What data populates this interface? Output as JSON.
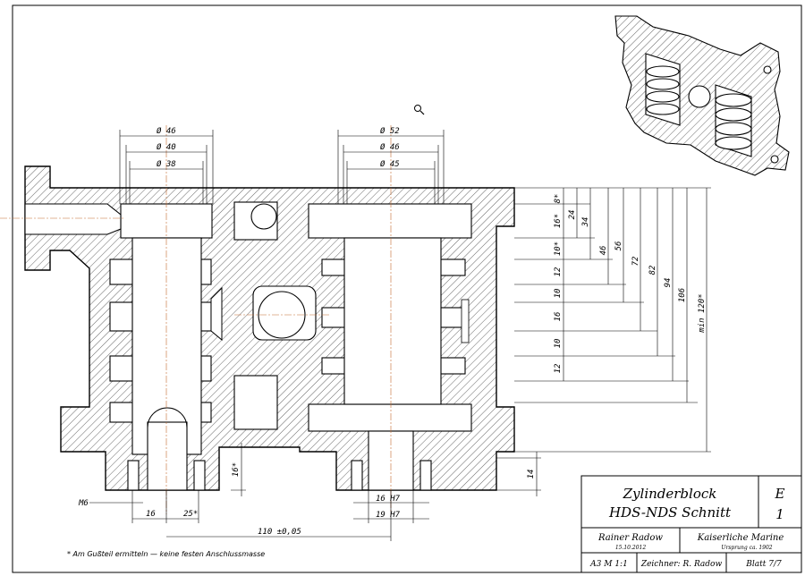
{
  "dims_top_left": [
    "Ø 46",
    "Ø 40",
    "Ø 38"
  ],
  "dims_top_right": [
    "Ø 52",
    "Ø 46",
    "Ø 45"
  ],
  "dims_right_small": [
    "8*",
    "16*",
    "10*",
    "12",
    "10",
    "16",
    "10",
    "12"
  ],
  "dims_right_chain": [
    "24",
    "34",
    "46",
    "56",
    "72",
    "82",
    "94",
    "106",
    "min 120*"
  ],
  "dims_bottom": {
    "m6": "M6",
    "d16": "16",
    "d25": "25*",
    "d110": "110 ±0,05",
    "d16h7": "16 H7",
    "d19h7": "19 H7",
    "d16v": "16*",
    "d14": "14"
  },
  "footnote": "* Am Gußteil ermitteln — keine festen Anschlussmasse",
  "title_block": {
    "title_line1": "Zylinderblock",
    "title_line2": "HDS-NDS Schnitt",
    "rev_letter": "E",
    "rev_number": "1",
    "author": "Rainer Radow",
    "date": "15.10.2012",
    "company": "Kaiserliche Marine",
    "origin": "Ursprung ca. 1902",
    "format_scale": "A3  M 1:1",
    "drawn_by": "Zeichner: R. Radow",
    "sheet": "Blatt 7/7"
  },
  "colors": {
    "centerline": "#c46a30",
    "line": "#000000"
  }
}
